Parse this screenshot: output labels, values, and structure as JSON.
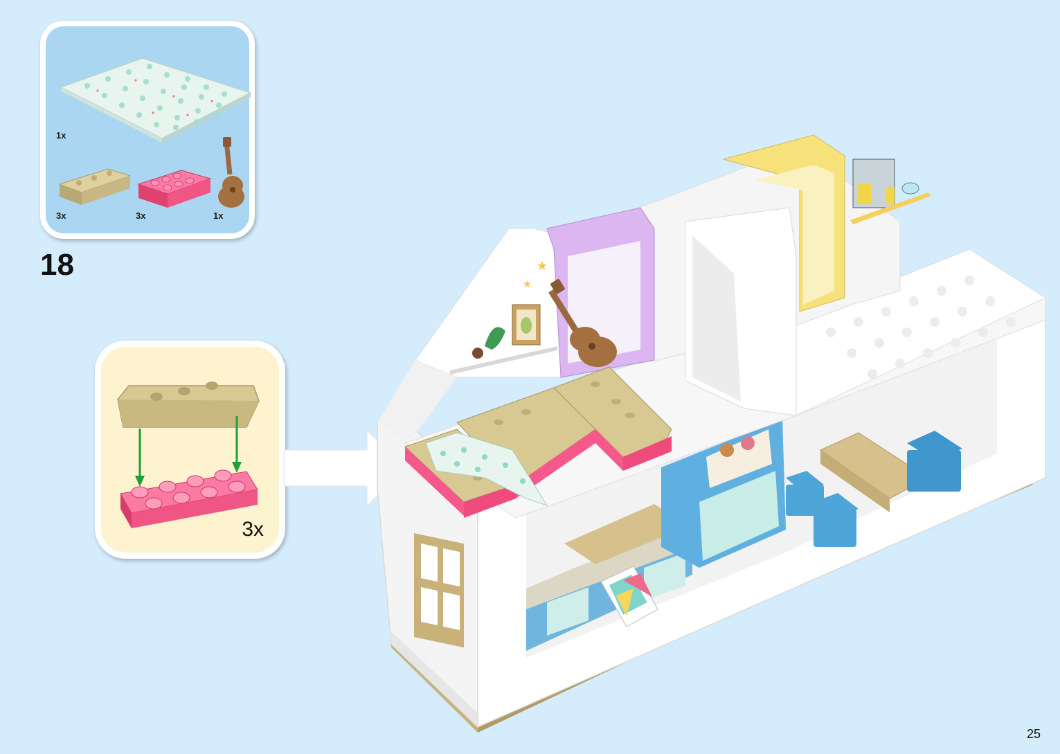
{
  "step": {
    "number": "18"
  },
  "parts": [
    {
      "name": "patterned-tile",
      "qty": "1x"
    },
    {
      "name": "tan-cushion-brick",
      "qty": "3x"
    },
    {
      "name": "pink-2x4-brick",
      "qty": "3x"
    },
    {
      "name": "guitar",
      "qty": "1x"
    }
  ],
  "callout": {
    "qty": "3x"
  },
  "page": {
    "number": "25"
  },
  "colors": {
    "background": "#d4ecfb",
    "parts_panel": "#aad6f2",
    "callout_panel": "#fdf3cf",
    "tan": "#d5c592",
    "pink": "#f7588c",
    "lilac": "#dbb6f0",
    "yellow": "#f7e17a",
    "blue": "#5cb3e4",
    "arrow_green": "#1f9e3a"
  }
}
